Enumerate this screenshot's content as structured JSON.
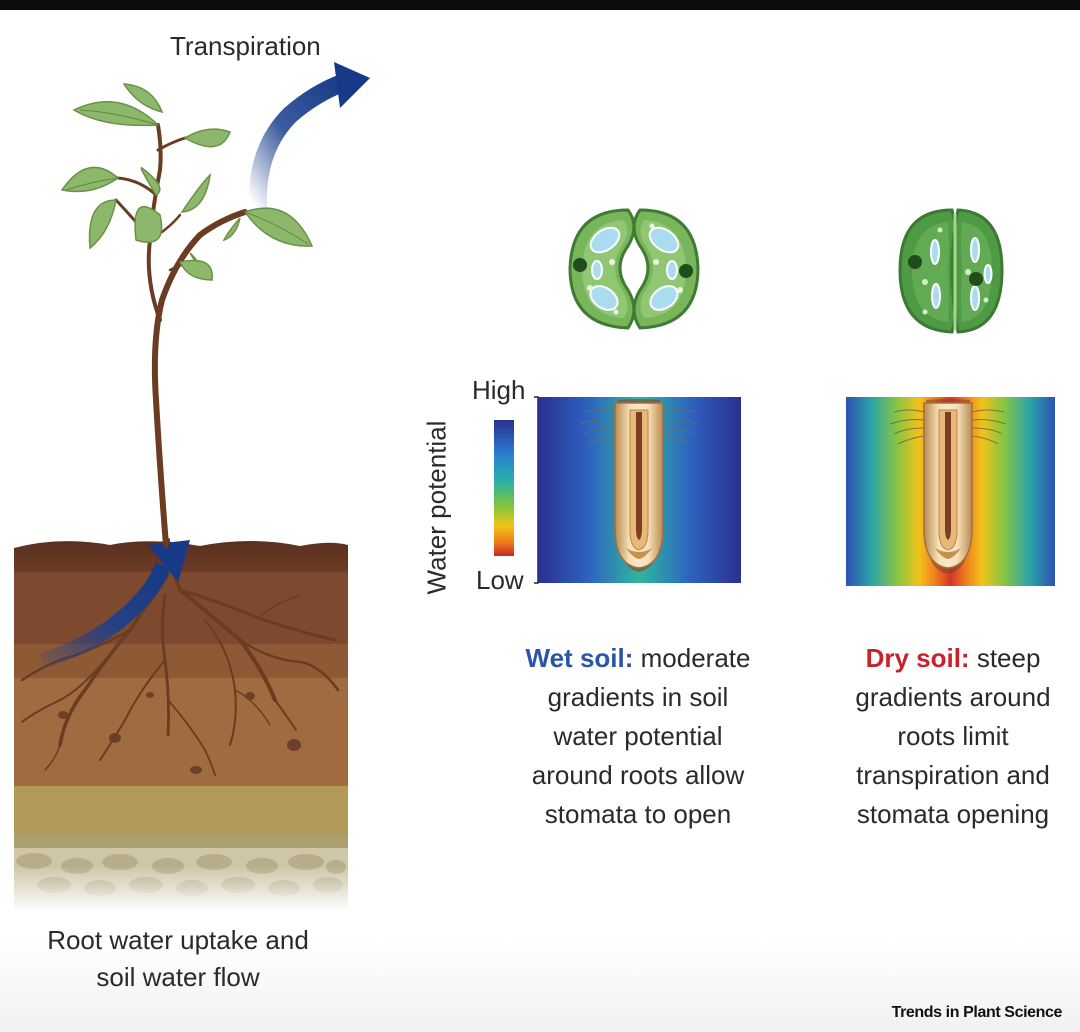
{
  "labels": {
    "transpiration": "Transpiration",
    "legend_title": "Water potential",
    "legend_high": "High",
    "legend_low": "Low",
    "root_caption_line1": "Root water uptake and",
    "root_caption_line2": "soil water flow"
  },
  "wet_panel": {
    "keyword": "Wet soil:",
    "lines": [
      "moderate",
      "gradients in soil",
      "water potential",
      "around roots allow",
      "stomata to open"
    ]
  },
  "dry_panel": {
    "keyword": "Dry soil:",
    "lines": [
      "steep",
      "gradients around",
      "roots limit",
      "transpiration and",
      "stomata opening"
    ]
  },
  "credit": "Trends in Plant Science",
  "colors": {
    "wet_keyword": "#2a55a8",
    "dry_keyword": "#c8232c",
    "arrow": "#1b3f8f",
    "leaf": "#8db86b",
    "stem": "#6b3b22",
    "soil_top": "#5b3121",
    "soil_mid": "#915c38",
    "soil_low": "#b0834e",
    "gravel": "#c9c2a2"
  }
}
